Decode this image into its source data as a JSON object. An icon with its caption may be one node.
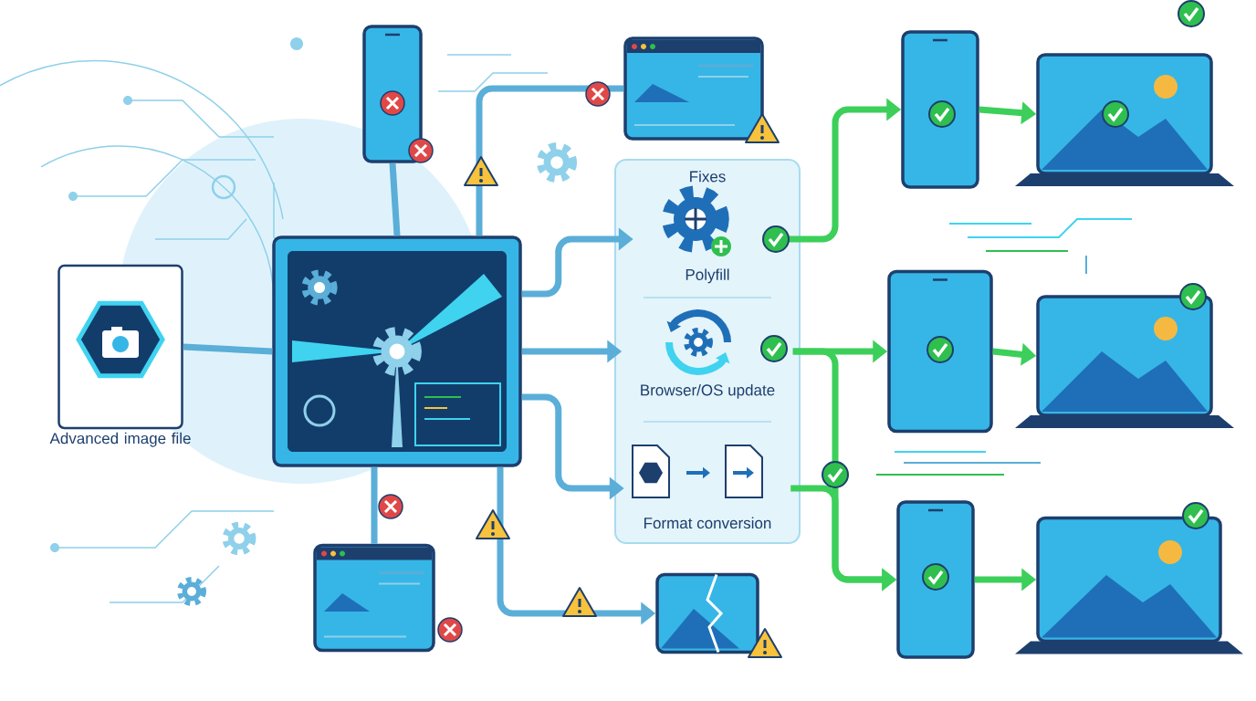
{
  "diagram": {
    "nodes": [
      {
        "text": [
          "Advanced image file"
        ]
      },
      {
        "text": [],
        "shape": "picture"
      },
      {
        "text": [],
        "shape": "picture"
      },
      {
        "text": [],
        "shape": "picture"
      },
      {
        "text": [],
        "shape": "picture"
      },
      {
        "text": [],
        "shape": "picture"
      },
      {
        "text": [
          "Fixes"
        ]
      },
      {
        "text": [
          "Polyfill"
        ],
        "in": 6
      },
      {
        "text": [
          "Browser/OS update"
        ],
        "in": 6
      },
      {
        "text": [
          "Format conversion"
        ],
        "in": 6
      },
      {
        "text": [],
        "shape": "picture"
      },
      {
        "text": [],
        "shape": "picture"
      },
      {
        "text": [],
        "shape": "picture"
      },
      {
        "text": [],
        "shape": "picture"
      },
      {
        "text": [],
        "shape": "picture"
      },
      {
        "text": [],
        "shape": "picture"
      }
    ],
    "edges": [
      {
        "from": 0,
        "to": 1,
        "arrow": "none"
      },
      {
        "from": 1,
        "to": 2,
        "arrow": "none"
      },
      {
        "from": 1,
        "to": 3,
        "arrow": "none"
      },
      {
        "from": 1,
        "to": 4,
        "arrow": "none"
      },
      {
        "from": 1,
        "to": 5,
        "arrow": "to"
      },
      {
        "from": 1,
        "to": 7,
        "arrow": "to"
      },
      {
        "from": 1,
        "to": 8,
        "arrow": "to"
      },
      {
        "from": 1,
        "to": 9,
        "arrow": "to"
      },
      {
        "from": 7,
        "to": 10,
        "arrow": "to",
        "color": "#3ccf5a"
      },
      {
        "from": 10,
        "to": 11,
        "arrow": "to",
        "color": "#3ccf5a"
      },
      {
        "from": 8,
        "to": 12,
        "arrow": "to",
        "color": "#3ccf5a"
      },
      {
        "from": 8,
        "to": 14,
        "arrow": "to",
        "color": "#3ccf5a"
      },
      {
        "from": 9,
        "to": 14,
        "arrow": "to",
        "color": "#3ccf5a"
      },
      {
        "from": 12,
        "to": 13,
        "arrow": "to",
        "color": "#3ccf5a"
      },
      {
        "from": 14,
        "to": 15,
        "arrow": "to",
        "color": "#3ccf5a"
      }
    ]
  }
}
